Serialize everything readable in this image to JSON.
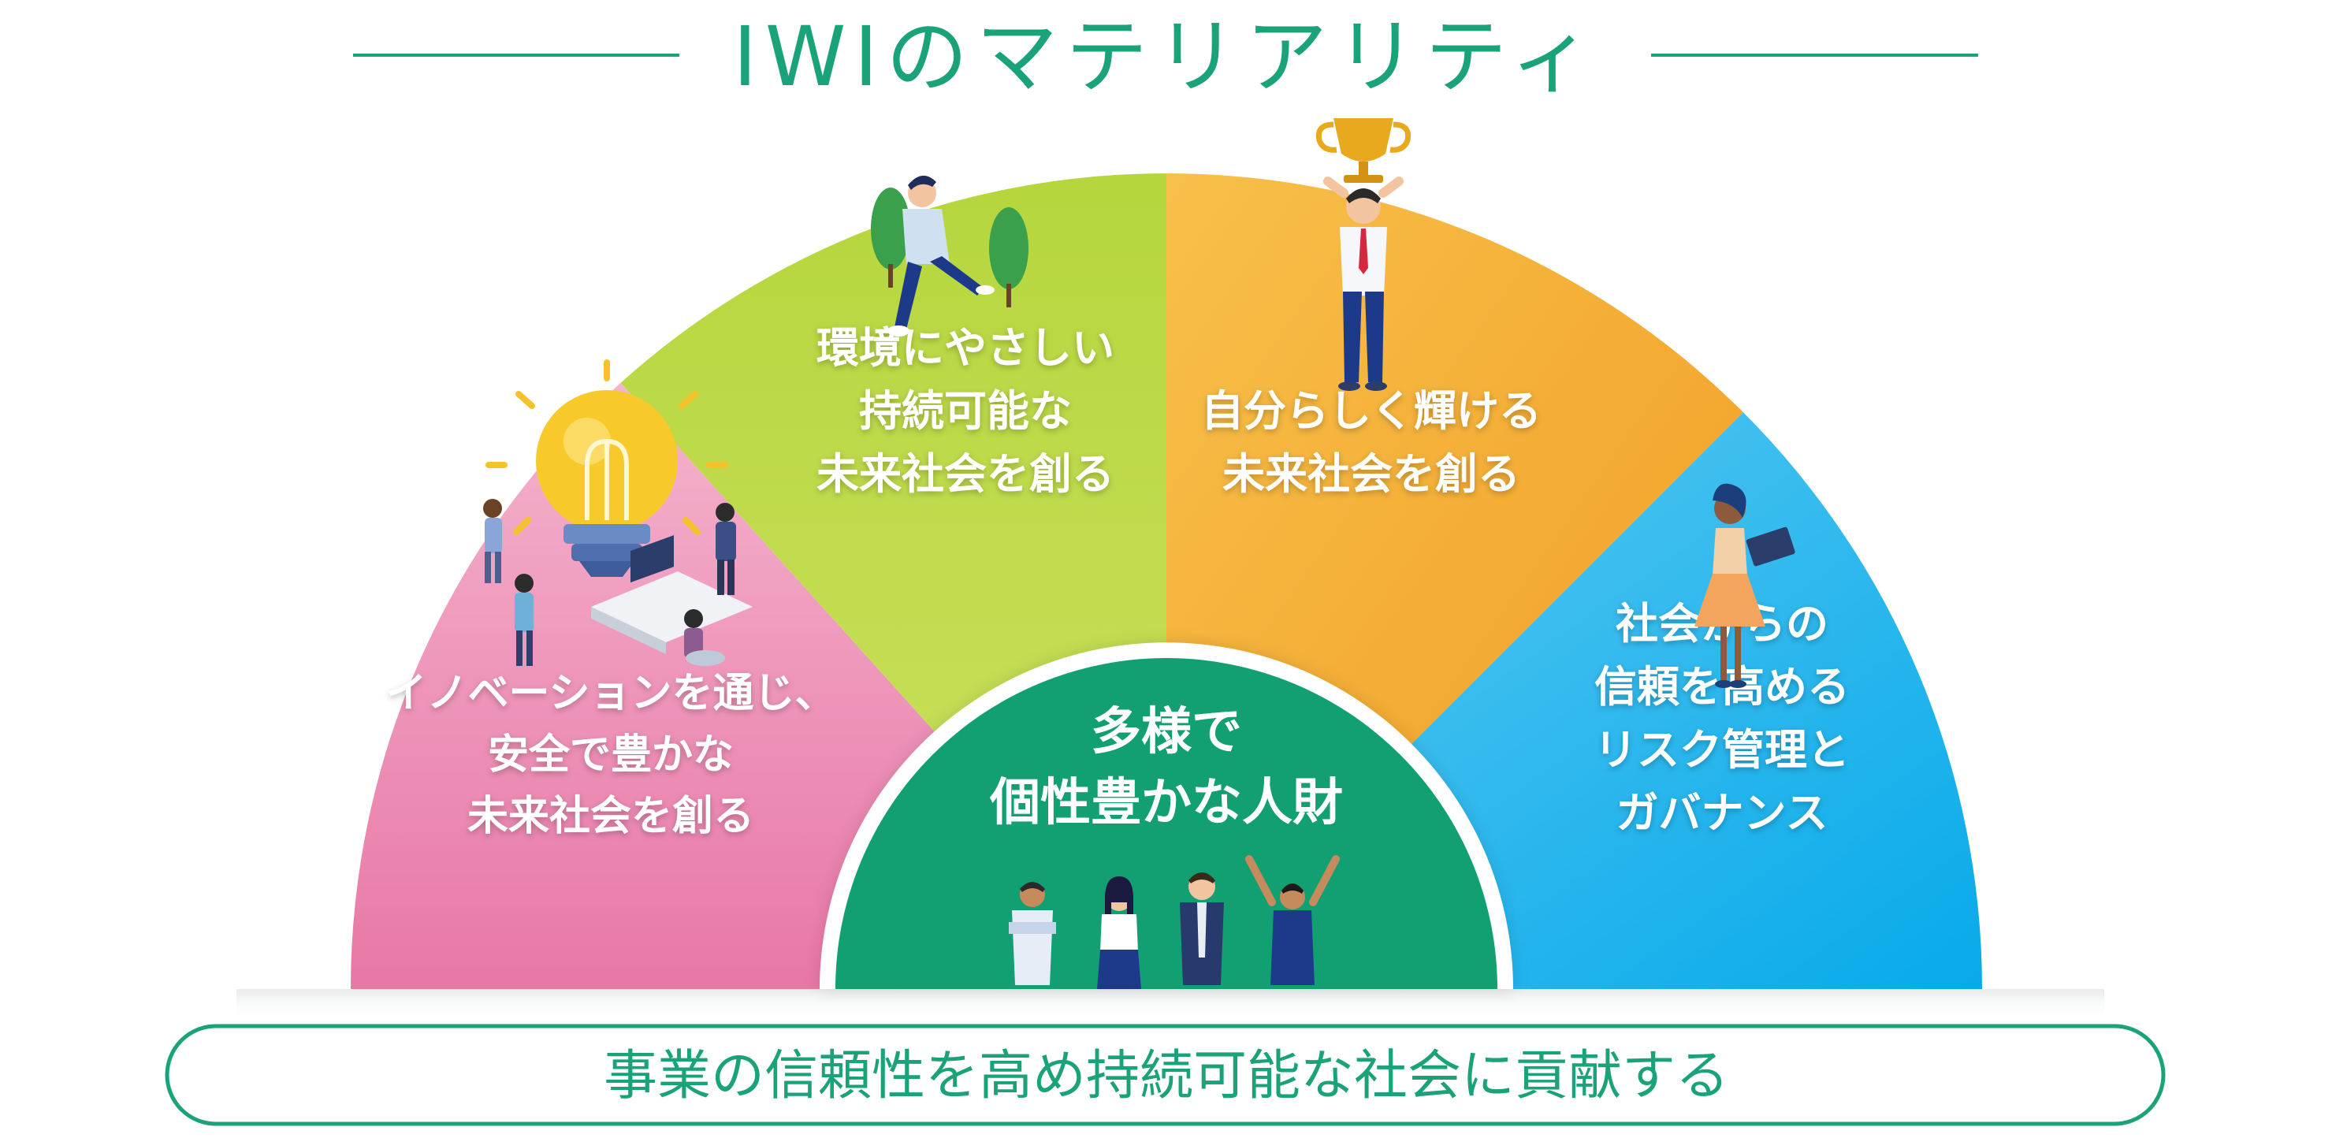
{
  "title": "IWIのマテリアリティ",
  "segments": [
    {
      "id": "innovation",
      "lines": [
        "イノベーションを通じ、",
        "安全で豊かな",
        "未来社会を創る"
      ],
      "color": "#e883ad",
      "color_light": "#f0a9c6"
    },
    {
      "id": "environment",
      "lines": [
        "環境にやさしい",
        "持続可能な",
        "未来社会を創る"
      ],
      "color": "#a9cf3a",
      "color_light": "#c1dd52"
    },
    {
      "id": "shine",
      "lines": [
        "自分らしく輝ける",
        "未来社会を創る"
      ],
      "color": "#f3a72a",
      "color_light": "#f6bd3f"
    },
    {
      "id": "governance",
      "lines": [
        "社会からの",
        "信頼を高める",
        "リスク管理と",
        "ガバナンス"
      ],
      "color": "#1ea8e6",
      "color_light": "#45c0f0"
    }
  ],
  "center": {
    "lines": [
      "多様で",
      "個性豊かな人財"
    ],
    "color": "#12a073"
  },
  "footer": {
    "text": "事業の信頼性を高め持続可能な社会に貢献する",
    "color": "#1aa27a"
  },
  "accent": "#1aa27a",
  "icons": {
    "innovation": "lightbulb-team-icon",
    "environment": "running-man-trees-icon",
    "shine": "trophy-man-icon",
    "governance": "woman-laptop-icon",
    "center": "diverse-people-icon"
  }
}
